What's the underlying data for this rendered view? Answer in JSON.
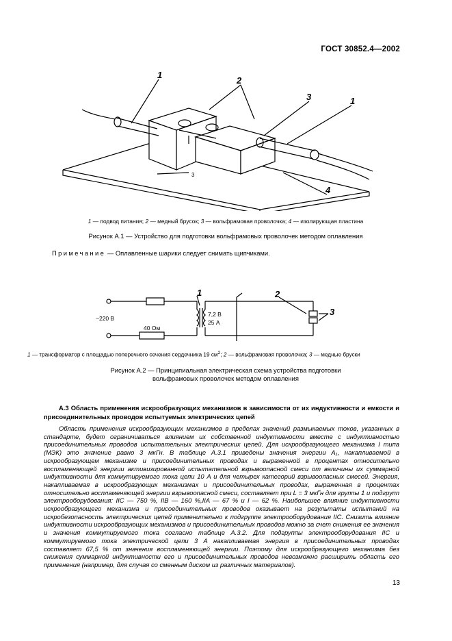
{
  "header": {
    "standard": "ГОСТ 30852.4—2002"
  },
  "figure1": {
    "labels": {
      "l1a": "1",
      "l2": "2",
      "l3": "3",
      "l1b": "1",
      "l4": "4",
      "l3small": "3"
    },
    "legend": {
      "n1": "1",
      "t1": " — подвод питания; ",
      "n2": "2",
      "t2": " — медный брусок; ",
      "n3": "3",
      "t3": " — вольфрамовая проволочка; ",
      "n4": "4",
      "t4": " — изолирующая пластина"
    },
    "title": "Рисунок А.1 — Устройство для подготовки вольфрамовых проволочек методом оплавления"
  },
  "note": {
    "label": "Примечание",
    "text": " — Оплавленные шарики следует снимать щипчиками."
  },
  "figure2": {
    "voltage_label": "~220 В",
    "resistor_label": "40 Ом",
    "transformer_v": "7,2 В",
    "transformer_a": "25 А",
    "labels": {
      "l1": "1",
      "l2": "2",
      "l3": "3"
    },
    "legend": {
      "n1": "1",
      "t1": " — трансформатор с площадью поперечного сечения сердечника 19 см",
      "sup": "2",
      "t1b": "; ",
      "n2": "2",
      "t2": " — вольфрамовая проволочка; ",
      "n3": "3",
      "t3": " — медные бруски"
    },
    "title_line1": "Рисунок А.2 — Принципиальная электрическая схема устройства подготовки",
    "title_line2": "вольфрамовых проволочек методом оплавления"
  },
  "section": {
    "heading": "А.3 Область применения искрообразующих механизмов в зависимости от их индуктивности и емкости и присоединительных проводов испытуемых электрических цепей",
    "body": "Область применения искрообразующих механизмов в пределах значений размыкаемых токов, указанных в стандарте, будет ограничиваться влиянием их собственной индуктивности вместе с индуктивностью присоединительных проводов испытательных электрических цепей. Для искрообразующего механизма I типа (МЭК) это значение равно 3 мкГн. В таблице А.3.1 приведены значения энергии А₁, накапливаемой в искрообразующем механизме и присоединительных проводах и выраженной в процентах относительно воспламеняющей энергии активизированной испытательной взрывоопасной смеси от величины их суммарной индуктивности для коммутируемого тока цепи 10 А и для четырех категорий взрывоопасных смесей. Энергия, накапливаемая в искрообразующих механизмах и присоединительных проводах, выраженная в процентах относительно воспламеняющей энергии взрывоопасной смеси, составляет при L = 3 мкГн для группы 1 и подгрупп электрооборудования: IIC — 750 %, IIB — 160 %,IIA — 67 % и I — 62 %. Наибольшее влияние индуктивности искрообразующего механизма и присоединительных проводов оказывает на результаты испытаний на искробезопасность электрических цепей применительно к подгруппе электрооборудования IIC. Снизить влияние индуктивности искрообразующих механизмов и присоединительных проводов можно за счет снижения ее значения и значения коммутируемого тока согласно таблице А.3.2. Для подгруппы электрооборудования IIC и коммутируемого тока электрической цепи 3 А накапливаемая энергия в присоединительных проводах составляет 67,5 % от значения воспламеняющей энергии. Поэтому для искрообразующего механизма без снижения суммарной индуктивности его и присоединительных проводов невозможно расширить область его применения (например, для случая со сменным диском из различных материалов)."
  },
  "page_number": "13"
}
